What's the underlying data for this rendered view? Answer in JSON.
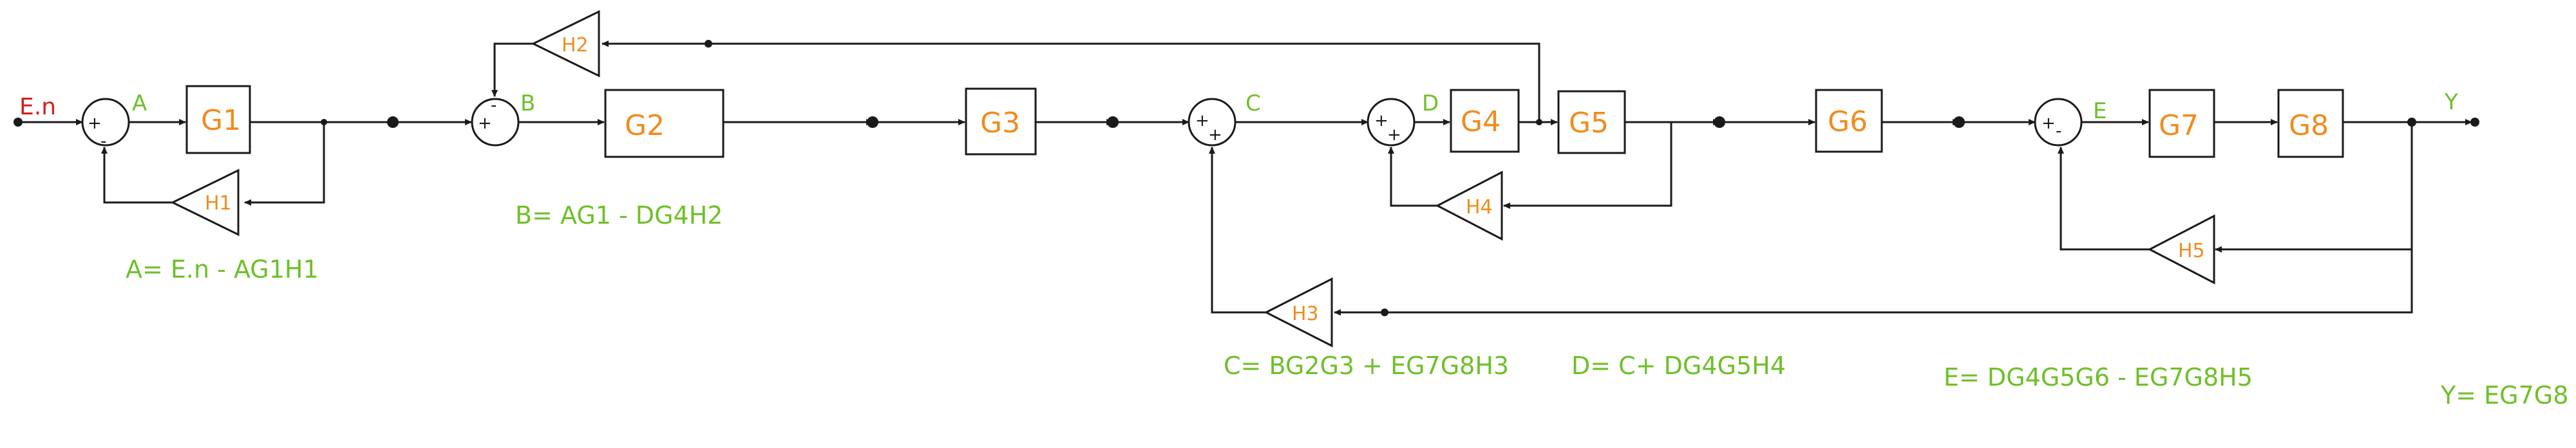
{
  "colors": {
    "block_label": "#f08c1e",
    "node_label": "#6fbf2a",
    "input_label": "#d21e1e",
    "wire": "#1a1a1a"
  },
  "diagram": {
    "input_label": "E.n",
    "output_label": "Y",
    "node_labels": {
      "A": "A",
      "B": "B",
      "C": "C",
      "D": "D",
      "E": "E"
    },
    "blocks": {
      "G1": "G1",
      "G2": "G2",
      "G3": "G3",
      "G4": "G4",
      "G5": "G5",
      "G6": "G6",
      "G7": "G7",
      "G8": "G8"
    },
    "gains": {
      "H1": "H1",
      "H2": "H2",
      "H3": "H3",
      "H4": "H4",
      "H5": "H5"
    },
    "signs": {
      "plus": "+",
      "minus": "-"
    }
  },
  "equations": {
    "A": "A= E.n - AG1H1",
    "B": "B= AG1 - DG4H2",
    "C": "C= BG2G3 + EG7G8H3",
    "D": "D= C+ DG4G5H4",
    "E": "E= DG4G5G6 - EG7G8H5",
    "Y": "Y= EG7G8"
  }
}
